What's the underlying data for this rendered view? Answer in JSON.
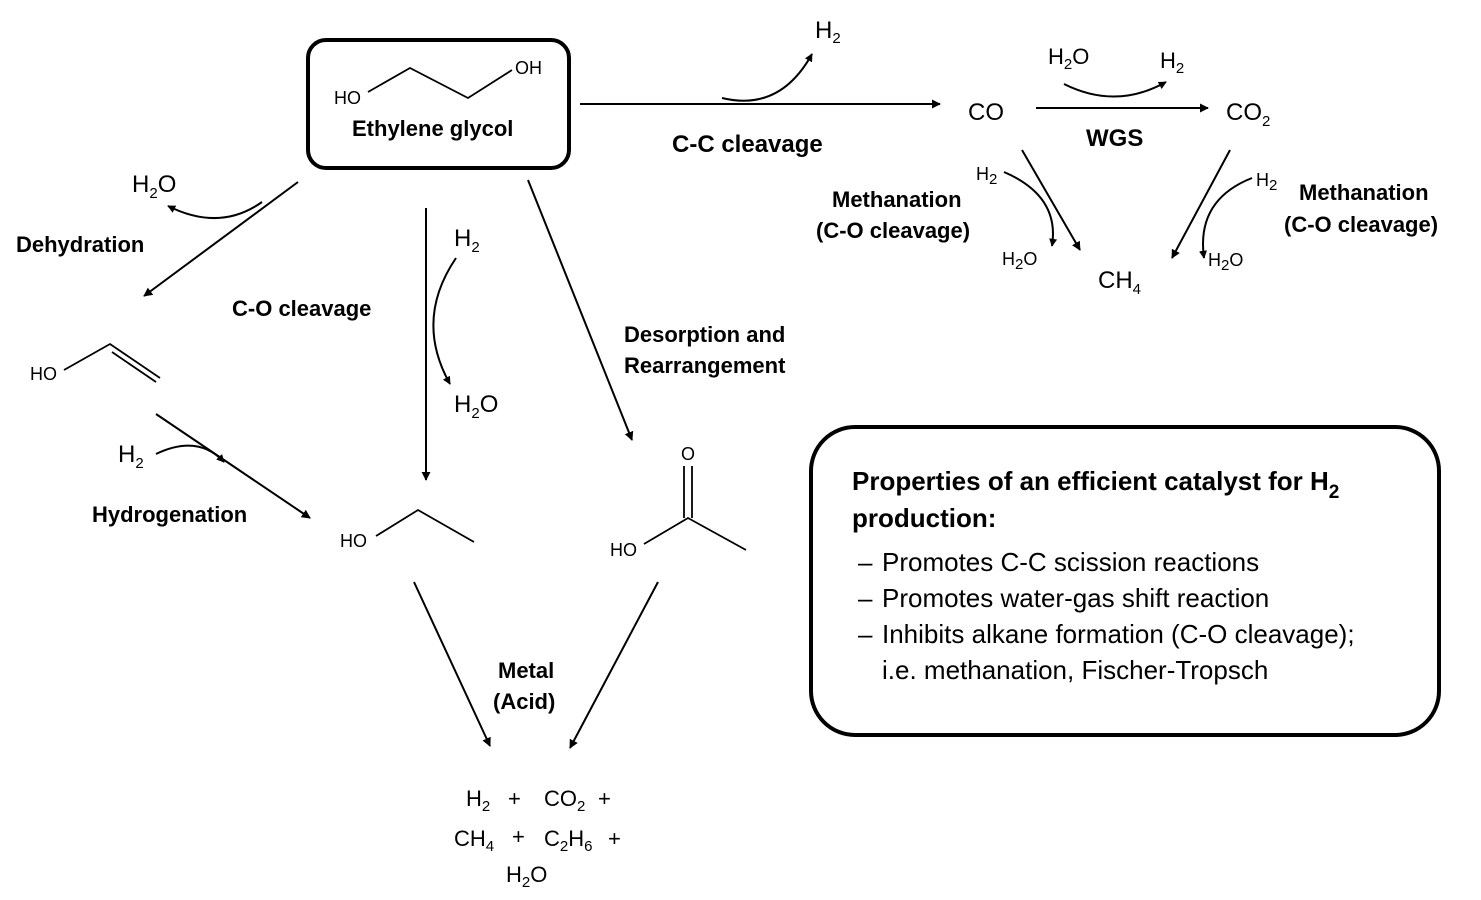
{
  "start": {
    "name": "Ethylene glycol",
    "ho": "HO",
    "oh": "OH"
  },
  "cc_cleavage": {
    "label": "C-C cleavage",
    "h2_out": "H",
    "co": "CO",
    "wgs": "WGS",
    "wgs_h2o_in": "H",
    "wgs_h2_out": "H",
    "co2": "CO",
    "ch4": "CH",
    "left_methanation": "Methanation",
    "left_methanation_sub": "(C-O cleavage)",
    "left_h2": "H",
    "left_h2o": "H",
    "right_methanation": "Methanation",
    "right_methanation_sub": "(C-O cleavage)",
    "right_h2": "H",
    "right_h2o": "H"
  },
  "dehydration": {
    "label": "Dehydration",
    "h2o": "H",
    "vinyl_ho": "HO"
  },
  "hydrogenation": {
    "label": "Hydrogenation",
    "h2": "H"
  },
  "co_cleavage": {
    "label": "C-O cleavage",
    "h2": "H",
    "h2o": "H"
  },
  "ethanol": {
    "ho": "HO"
  },
  "desorption": {
    "line1": "Desorption and",
    "line2": "Rearrangement"
  },
  "acetic_acid": {
    "ho": "HO",
    "o": "O"
  },
  "reforming": {
    "line1": "Metal",
    "line2": "(Acid)"
  },
  "products": {
    "h2": "H",
    "co2": "CO",
    "ch4": "CH",
    "c2h6_c": "C",
    "c2h6_h": "H",
    "h2o": "H",
    "plus": "+"
  },
  "common": {
    "sub2": "2",
    "sub4": "4",
    "sub6": "6",
    "o": "O"
  },
  "properties": {
    "title_line1": "Properties of an efficient catalyst for H",
    "title_sub": "2",
    "title_line2": "production:",
    "dash": "–",
    "items": [
      "Promotes C-C scission reactions",
      "Promotes water-gas shift reaction",
      "Inhibits alkane formation (C-O cleavage);"
    ],
    "item3_cont": "i.e. methanation, Fischer-Tropsch"
  }
}
